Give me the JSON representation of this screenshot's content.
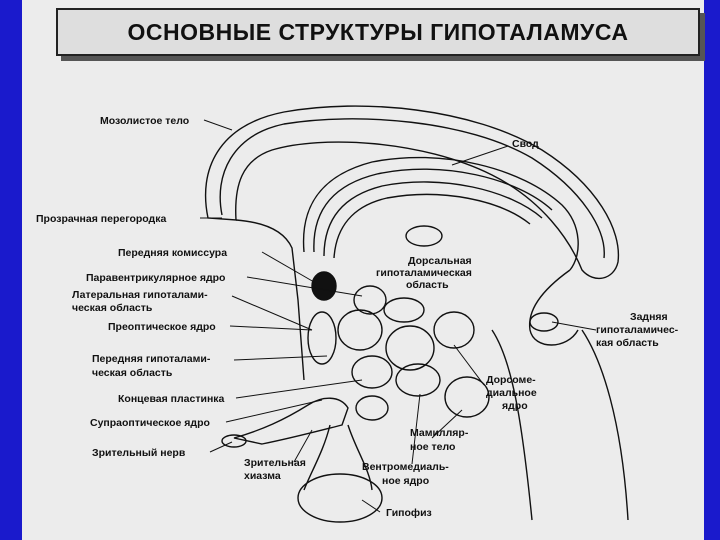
{
  "title": "ОСНОВНЫЕ СТРУКТУРЫ ГИПОТАЛАМУСА",
  "labels": {
    "corpus_callosum": "Мозолистое тело",
    "fornix": "Свод",
    "septum_pellucidum": "Прозрачная перегородка",
    "anterior_commissure": "Передняя комиссура",
    "dorsal_area_1": "Дорсальная",
    "dorsal_area_2": "гипоталамическая",
    "dorsal_area_3": "область",
    "paraventricular_nucleus": "Паравентрикулярное ядро",
    "lateral_area_1": "Латеральная гипоталами-",
    "lateral_area_2": "ческая область",
    "preoptic_nucleus": "Преоптическое ядро",
    "posterior_area_1": "Задняя",
    "posterior_area_2": "гипоталамичес-",
    "posterior_area_3": "кая область",
    "anterior_area_1": "Передняя гипоталами-",
    "anterior_area_2": "ческая область",
    "dorsomedial_1": "Дорсоме-",
    "dorsomedial_2": "диальное",
    "dorsomedial_3": "ядро",
    "lamina_terminalis": "Концевая пластинка",
    "supraoptic_nucleus": "Супраоптическое ядро",
    "mammillary_1": "Мамилляр-",
    "mammillary_2": "ное тело",
    "optic_nerve": "Зрительный нерв",
    "optic_chiasm_1": "Зрительная",
    "optic_chiasm_2": "хиазма",
    "ventromedial_1": "Вентромедиаль-",
    "ventromedial_2": "ное ядро",
    "pituitary": "Гипофиз"
  },
  "colors": {
    "frame": "#1a1acc",
    "slide": "#ececec",
    "ink": "#111111"
  }
}
